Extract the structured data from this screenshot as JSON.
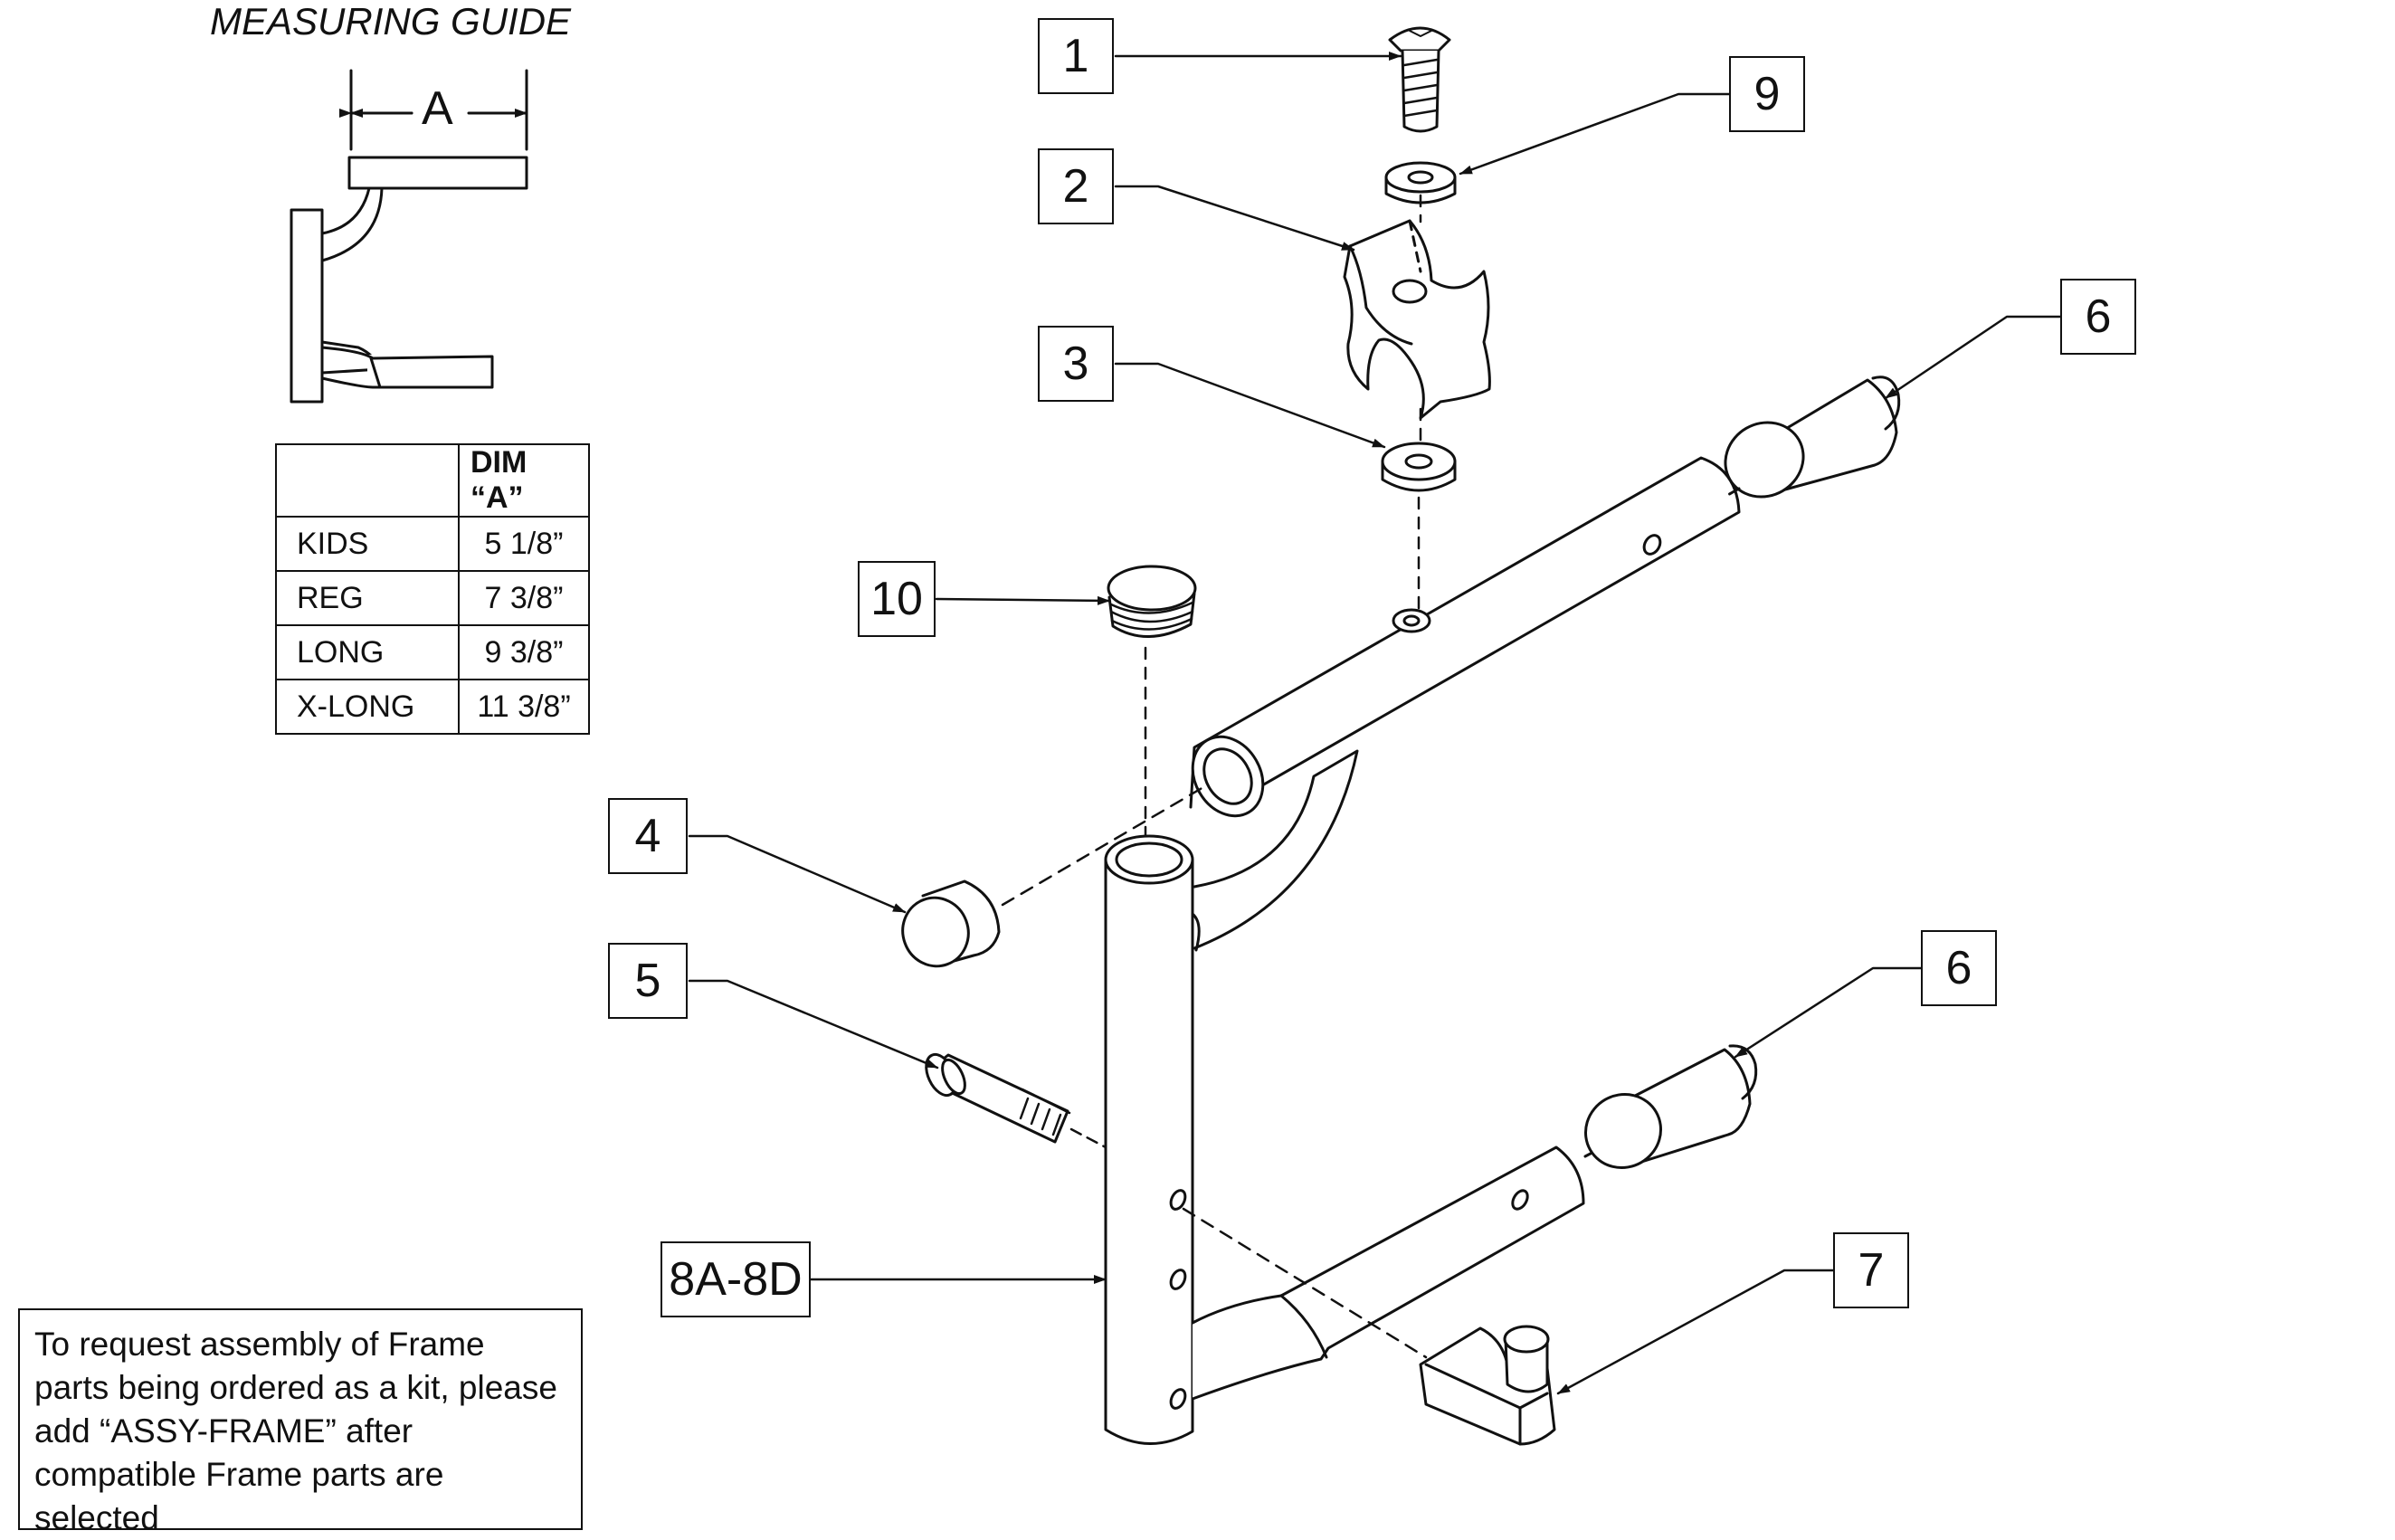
{
  "guide": {
    "title": "MEASURING GUIDE",
    "dim_letter": "A"
  },
  "table": {
    "header": "DIM “A”",
    "rows": [
      {
        "label": "KIDS",
        "value": "5 1/8”"
      },
      {
        "label": "REG",
        "value": "7 3/8”"
      },
      {
        "label": "LONG",
        "value": "9 3/8”"
      },
      {
        "label": "X-LONG",
        "value": "11 3/8”"
      }
    ]
  },
  "callouts": {
    "c1": "1",
    "c2": "2",
    "c3": "3",
    "c4": "4",
    "c5": "5",
    "c6a": "6",
    "c6b": "6",
    "c7": "7",
    "c8": "8A-8D",
    "c9": "9",
    "c10": "10"
  },
  "note": "To request assembly of Frame parts being ordered as a kit, please add “ASSY-FRAME” after compatible Frame parts are selected"
}
